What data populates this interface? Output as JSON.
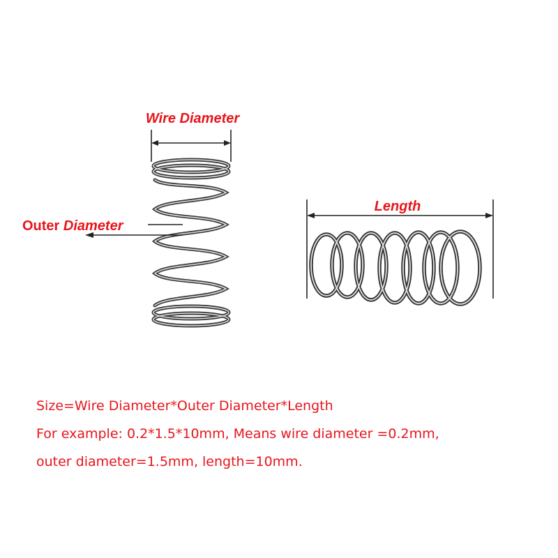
{
  "labels": {
    "wire_diameter": "Wire Diameter",
    "outer_prefix": "Outer ",
    "outer_diameter": "Diameter",
    "length": "Length"
  },
  "description": {
    "line1": "Size=Wire Diameter*Outer Diameter*Length",
    "line2": "For example: 0.2*1.5*10mm,   Means wire diameter =0.2mm,",
    "line3": "outer diameter=1.5mm, length=10mm."
  },
  "colors": {
    "label_red": "#e8141b",
    "dimension_line": "#222222",
    "spring_steel": "#8a8a8a"
  }
}
